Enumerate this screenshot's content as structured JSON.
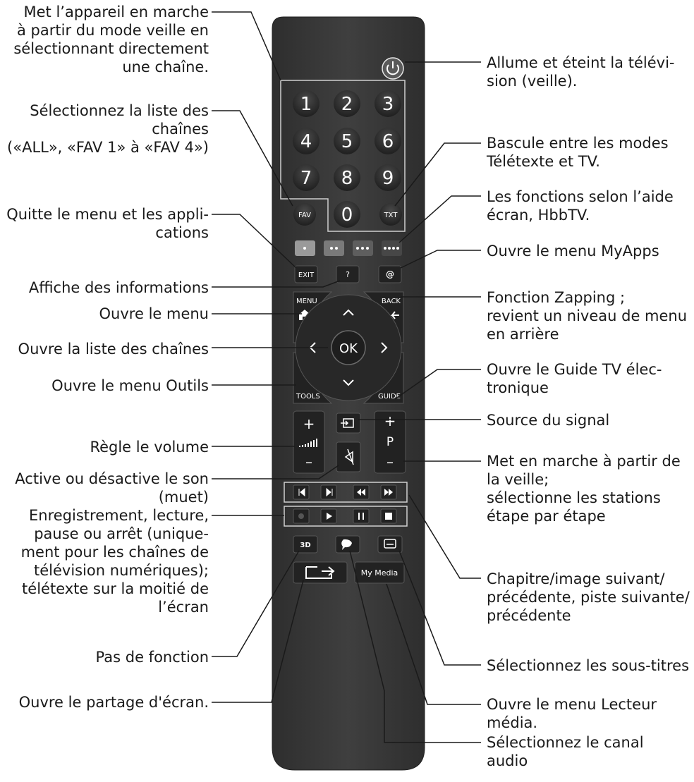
{
  "remote": {
    "digits": [
      "1",
      "2",
      "3",
      "4",
      "5",
      "6",
      "7",
      "8",
      "9",
      "0"
    ],
    "fav": "FAV",
    "txt": "TXT",
    "exit": "EXIT",
    "info": "?",
    "myapps": "@",
    "menu": "MENU",
    "back": "BACK",
    "ok": "OK",
    "tools": "TOOLS",
    "guide": "GUIDE",
    "vol_plus": "+",
    "vol_minus": "–",
    "prog_plus": "+",
    "prog_p": "P",
    "prog_minus": "–",
    "btn_3d": "3D",
    "my_media": "My Media"
  },
  "labels_left": [
    "Met l’appareil en marche\nà partir du mode veille en\nsélectionnant directement\nune chaîne.",
    "Sélectionnez la liste des\nchaînes\n(«ALL», «FAV 1» à «FAV 4»)",
    "Quitte le menu et les appli-\ncations",
    "Affiche des informations",
    "Ouvre le menu",
    "Ouvre la liste des chaînes",
    "Ouvre le menu Outils",
    "Règle le volume",
    "Active ou désactive le son\n(muet)",
    "Enregistrement, lecture,\npause ou arrêt (unique-\nment pour les chaînes de\ntélévision numériques);\ntélétexte sur la moitié de\nl’écran",
    "Pas de fonction",
    "Ouvre le partage d'écran."
  ],
  "labels_right": [
    "Allume et éteint la télévi-\nsion (veille).",
    "Bascule entre les modes\nTélétexte et TV.",
    "Les fonctions selon l’aide\nécran, HbbTV.",
    "Ouvre le menu MyApps",
    "Fonction Zapping ;\nrevient un niveau de menu\nen arrière",
    "Ouvre le Guide TV élec-\ntronique",
    "Source du signal",
    "Met en marche à partir de\nla veille;\nsélectionne les stations\nétape par étape",
    "Chapitre/image suivant/\nprécédente, piste suivante/\nprécédente",
    "Sélectionnez les sous-titres",
    "Ouvre le menu Lecteur\nmédia.",
    "Sélectionnez le canal\naudio"
  ]
}
